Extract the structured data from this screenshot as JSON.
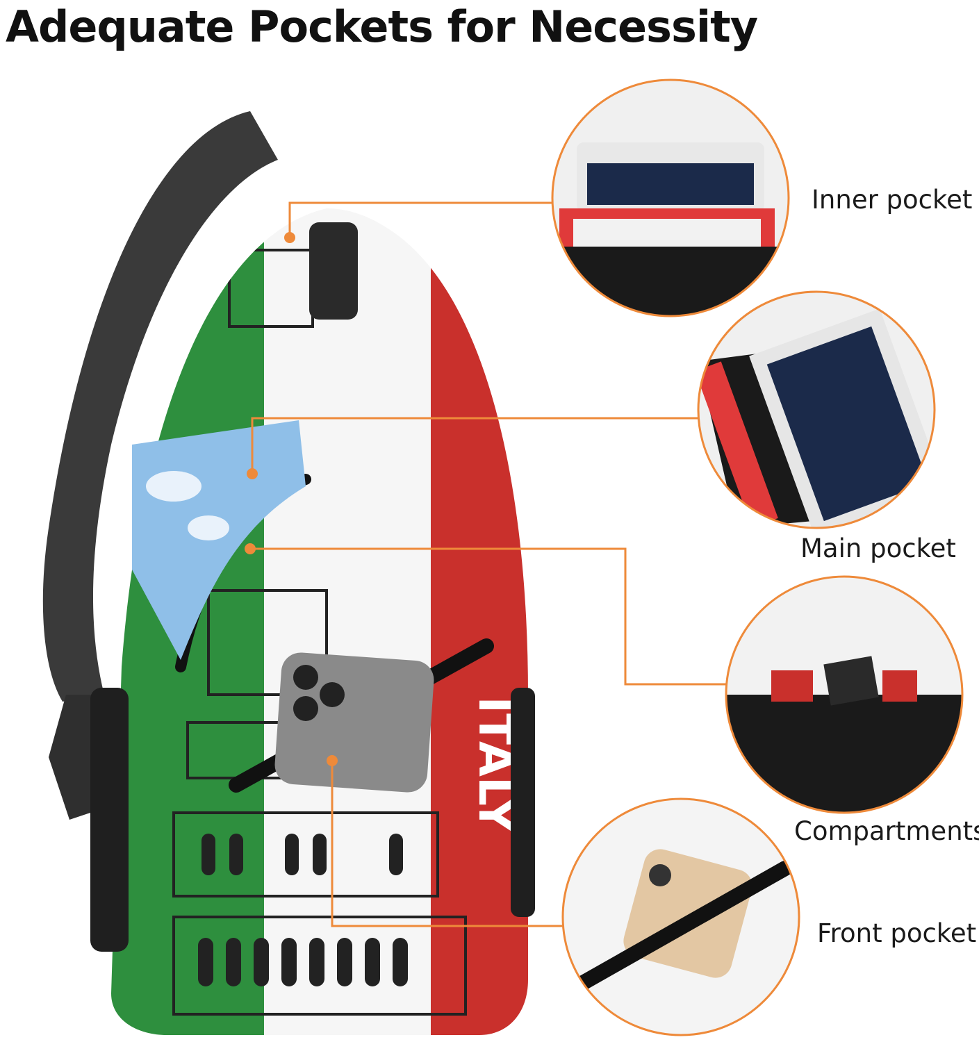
{
  "title": "Adequate Pockets for Necessity",
  "bag_print_text": "ITALY",
  "accent_color": "#ee8a3a",
  "flag_colors": {
    "green": "#2e8f3e",
    "white": "#f6f6f6",
    "red": "#c9302c"
  },
  "callouts": [
    {
      "label": "Inner pocket"
    },
    {
      "label": "Main pocket"
    },
    {
      "label": "Compartments"
    },
    {
      "label": "Front pocket"
    }
  ]
}
